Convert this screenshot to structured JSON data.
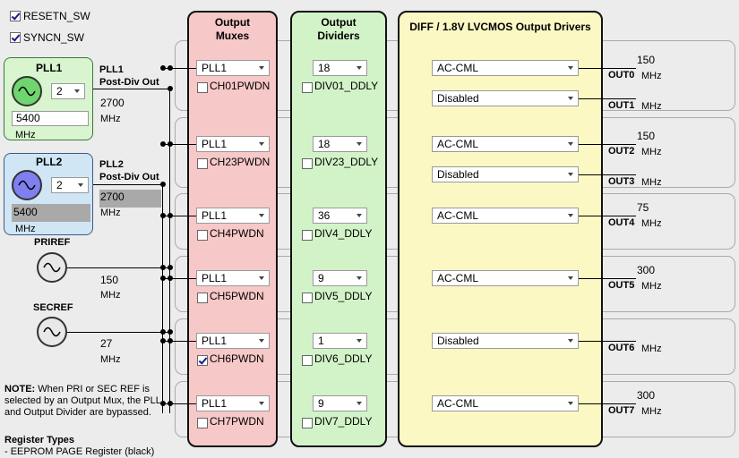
{
  "switches": [
    {
      "label": "RESETN_SW",
      "checked": true
    },
    {
      "label": "SYNCN_SW",
      "checked": true
    }
  ],
  "pll1": {
    "title": "PLL1",
    "divider": "2",
    "freq": "5400",
    "unit": "MHz",
    "out_label_line1": "PLL1",
    "out_label_line2": "Post-Div Out",
    "out_value": "2700",
    "out_unit": "MHz",
    "color": "#d8f5d0"
  },
  "pll2": {
    "title": "PLL2",
    "divider": "2",
    "freq": "5400",
    "unit": "MHz",
    "out_label_line1": "PLL2",
    "out_label_line2": "Post-Div Out",
    "out_value": "2700",
    "out_unit": "MHz",
    "color": "#d0e6f5"
  },
  "priref": {
    "title": "PRIREF",
    "value": "150",
    "unit": "MHz"
  },
  "secref": {
    "title": "SECREF",
    "value": "27",
    "unit": "MHz"
  },
  "note": {
    "bold": "NOTE:",
    "text1": " When PRI or SEC REF is",
    "text2": "selected by an Output Mux, the PLL",
    "text3": "and Output Divider are bypassed."
  },
  "register_types": {
    "title": "Register Types",
    "item": "- EEPROM PAGE Register (black)"
  },
  "panels": {
    "muxes": {
      "line1": "Output",
      "line2": "Muxes",
      "color": "#f7c8c8"
    },
    "dividers": {
      "line1": "Output",
      "line2": "Dividers",
      "color": "#d2f3c8"
    },
    "drivers": {
      "title": "DIFF / 1.8V LVCMOS Output Drivers",
      "color": "#fbf8c3"
    }
  },
  "channels": [
    {
      "mux": "PLL1",
      "pwdn": "CH01PWDN",
      "pwdn_checked": false,
      "div": "18",
      "ddly": "DIV01_DDLY",
      "ddly_checked": false,
      "outputs": [
        {
          "driver": "AC-CML",
          "name": "OUT0",
          "freq": "150",
          "unit": "MHz"
        },
        {
          "driver": "Disabled",
          "name": "OUT1",
          "freq": "",
          "unit": "MHz"
        }
      ]
    },
    {
      "mux": "PLL1",
      "pwdn": "CH23PWDN",
      "pwdn_checked": false,
      "div": "18",
      "ddly": "DIV23_DDLY",
      "ddly_checked": false,
      "outputs": [
        {
          "driver": "AC-CML",
          "name": "OUT2",
          "freq": "150",
          "unit": "MHz"
        },
        {
          "driver": "Disabled",
          "name": "OUT3",
          "freq": "",
          "unit": "MHz"
        }
      ]
    },
    {
      "mux": "PLL1",
      "pwdn": "CH4PWDN",
      "pwdn_checked": false,
      "div": "36",
      "ddly": "DIV4_DDLY",
      "ddly_checked": false,
      "outputs": [
        {
          "driver": "AC-CML",
          "name": "OUT4",
          "freq": "75",
          "unit": "MHz"
        }
      ]
    },
    {
      "mux": "PLL1",
      "pwdn": "CH5PWDN",
      "pwdn_checked": false,
      "div": "9",
      "ddly": "DIV5_DDLY",
      "ddly_checked": false,
      "outputs": [
        {
          "driver": "AC-CML",
          "name": "OUT5",
          "freq": "300",
          "unit": "MHz"
        }
      ]
    },
    {
      "mux": "PLL1",
      "pwdn": "CH6PWDN",
      "pwdn_checked": true,
      "div": "1",
      "ddly": "DIV6_DDLY",
      "ddly_checked": false,
      "outputs": [
        {
          "driver": "Disabled",
          "name": "OUT6",
          "freq": "",
          "unit": "MHz"
        }
      ]
    },
    {
      "mux": "PLL1",
      "pwdn": "CH7PWDN",
      "pwdn_checked": false,
      "div": "9",
      "ddly": "DIV7_DDLY",
      "ddly_checked": false,
      "outputs": [
        {
          "driver": "AC-CML",
          "name": "OUT7",
          "freq": "300",
          "unit": "MHz"
        }
      ]
    }
  ]
}
